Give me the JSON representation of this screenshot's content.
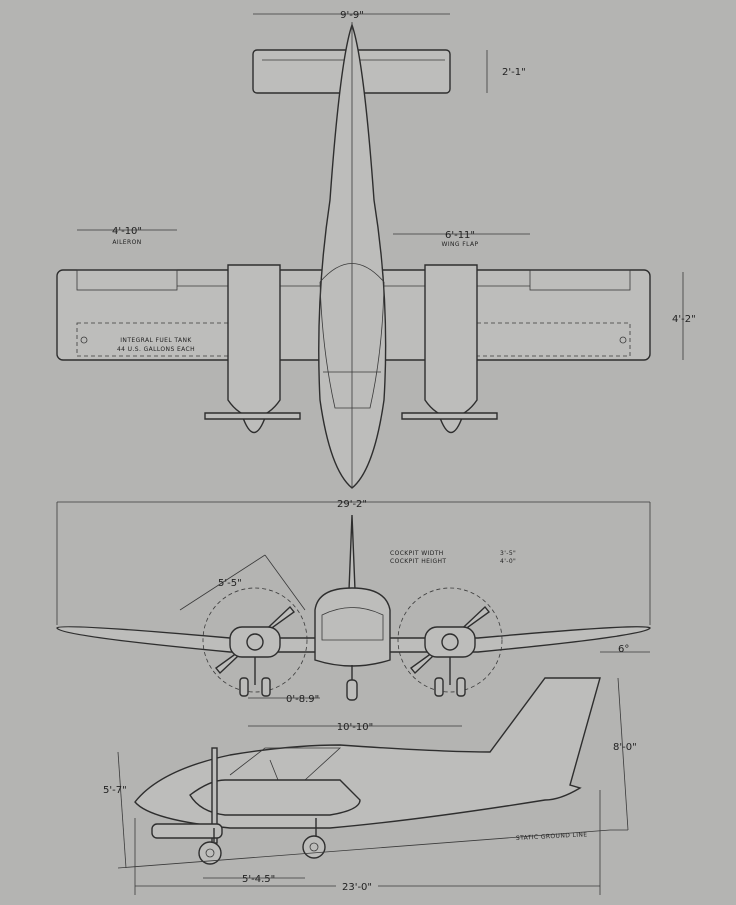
{
  "top_view": {
    "tail_span": "9'-9\"",
    "tail_chord": "2'-1\"",
    "aileron_length": "4'-10\"",
    "aileron_label": "AILERON",
    "flap_length": "6'-11\"",
    "flap_label": "WING FLAP",
    "wing_chord": "4'-2\"",
    "fuel_tank_line1": "INTEGRAL FUEL TANK",
    "fuel_tank_line2": "44 U.S. GALLONS EACH"
  },
  "front_view": {
    "wing_span": "29'-2\"",
    "cockpit_width_label": "COCKPIT WIDTH",
    "cockpit_width_value": "3'-5\"",
    "cockpit_height_label": "COCKPIT HEIGHT",
    "cockpit_height_value": "4'-0\"",
    "prop_diameter": "5'-5\"",
    "dihedral": "6°",
    "wheel_offset": "0'-8.9\"",
    "wheel_track": "10'-10\""
  },
  "side_view": {
    "overall_height": "8'-0\"",
    "prop_height": "5'-7\"",
    "ground_line_label": "STATIC GROUND LINE",
    "wheel_base": "5'-4.5\"",
    "overall_length": "23'-0\""
  }
}
